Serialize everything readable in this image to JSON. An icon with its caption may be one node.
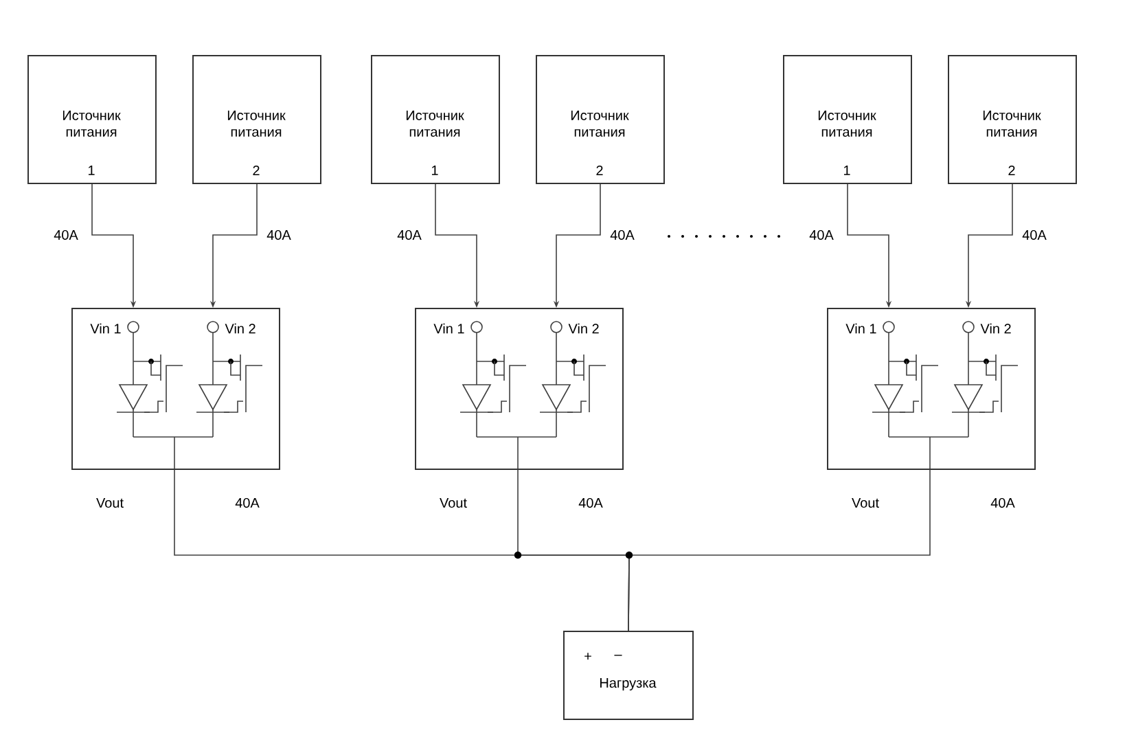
{
  "diagram": {
    "nodes": [
      {
        "text": [
          "Источник питания",
          "1"
        ]
      },
      {
        "text": [
          "Источник питания",
          "2"
        ]
      },
      {
        "text": [
          "Источник питания",
          "1"
        ]
      },
      {
        "text": [
          "Источник питания",
          "2"
        ]
      },
      {
        "text": [
          "Источник питания",
          "1"
        ]
      },
      {
        "text": [
          "Источник питания",
          "2"
        ]
      },
      {
        "text": [
          "Vin 1",
          "Vin 2"
        ],
        "beside": [
          "Vout",
          "40A"
        ]
      },
      {
        "text": [
          "Vin 1",
          "Vin 2"
        ],
        "beside": [
          "Vout",
          "40A"
        ]
      },
      {
        "text": [
          "Vin 1",
          "Vin 2"
        ],
        "beside": [
          "Vout",
          "40A"
        ]
      },
      {
        "text": [
          "+",
          "–",
          "Нагрузка"
        ]
      }
    ],
    "edges": [
      {
        "from": 0,
        "to": 6,
        "arrow": "to",
        "label": "40A"
      },
      {
        "from": 1,
        "to": 6,
        "arrow": "to",
        "label": "40A"
      },
      {
        "from": 2,
        "to": 7,
        "arrow": "to",
        "label": "40A"
      },
      {
        "from": 3,
        "to": 7,
        "arrow": "to",
        "label": "40A"
      },
      {
        "from": 4,
        "to": 8,
        "arrow": "to",
        "label": "40A"
      },
      {
        "from": 5,
        "to": 8,
        "arrow": "to",
        "label": "40A"
      },
      {
        "from": 6,
        "to": 9,
        "arrow": "none"
      },
      {
        "from": 7,
        "to": 9,
        "arrow": "none"
      },
      {
        "from": 8,
        "to": 9,
        "arrow": "none"
      }
    ]
  }
}
